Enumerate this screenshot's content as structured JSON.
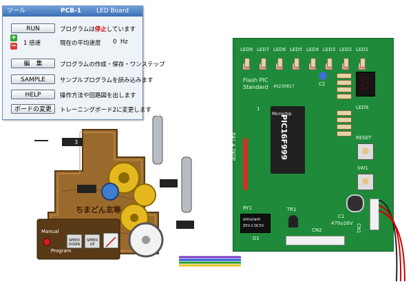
{
  "tool_window": {
    "title_left": "ツール",
    "title_mid": "PCB-1",
    "title_right": "LED Board",
    "run_label": "RUN",
    "status_prefix": "プログラムは",
    "status_word": "停止",
    "status_suffix": "しています",
    "speed_value": "1",
    "speed_unit": "倍速",
    "avg_label": "現在の平均速度",
    "avg_value": "0",
    "avg_unit": "Hz",
    "edit_label": "編　集",
    "edit_desc": "プログラムの作成・保存・ワンステップ",
    "sample_label": "SAMPLE",
    "sample_desc": "サンプルプログラムを読み込みます",
    "help_label": "HELP",
    "help_desc": "操作方法や回路図を出します",
    "board_label": "ボードの変更",
    "board_desc": "トレーニングボード2に変更します"
  },
  "board": {
    "leds": [
      "LED8",
      "LED7",
      "LED6",
      "LED5",
      "LED4",
      "LED3",
      "LED2",
      "LED1"
    ],
    "title_line1": "Flash PIC",
    "title_line2": "Standard",
    "code": "4S230817",
    "c2": "C2",
    "led9": "LED9",
    "segment_digit": "8",
    "chip_name": "PIC16F999",
    "chip_brand": "Microchip",
    "ra1": "RA1 4.7KΩP",
    "pin1": "1",
    "reset": "RESET",
    "sw1": "SW1",
    "ry1": "RY1",
    "relay_text": "omuram",
    "relay_text2": "Z5V-1 DC5V",
    "d1": "D1",
    "tr1": "TR1",
    "c1": "C1",
    "cap_value": "470u16V",
    "cn1": "CN1",
    "cn2": "CN2"
  },
  "machine": {
    "sign": "ちまどん玄等",
    "manual": "Manual",
    "program": "Program",
    "speed_down": "SPEED DOWN",
    "speed_up": "SPEED UP",
    "num3": "3"
  },
  "colors": {
    "board_green": "#1f8a3a",
    "wood": "#9a6a2c",
    "stop_red": "#d00000"
  }
}
